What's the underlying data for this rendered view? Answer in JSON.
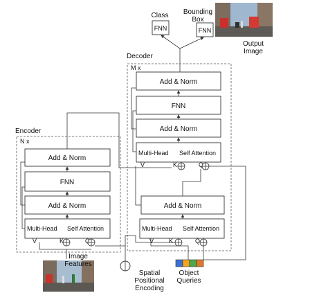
{
  "encoder": {
    "title": "Encoder",
    "repeat": "N x",
    "add_norm_top": "Add & Norm",
    "ffn": "FNN",
    "add_norm_bottom": "Add & Norm",
    "attn_left": "Multi-Head",
    "attn_right": "Self Attention",
    "v": "V",
    "k": "K",
    "q": "Q"
  },
  "decoder": {
    "title": "Decoder",
    "repeat": "M x",
    "add_norm_top": "Add & Norm",
    "ffn": "FNN",
    "add_norm_mid": "Add & Norm",
    "cross_attn_left": "Multi-Head",
    "cross_attn_right": "Self Attention",
    "v1": "V",
    "k1": "K",
    "q1": "Q",
    "add_norm_self": "Add & Norm",
    "self_attn_left": "Multi-Head",
    "self_attn_right": "Self Attention",
    "v2": "V",
    "k2": "K",
    "q2": "Q"
  },
  "outputs": {
    "class_label": "Class",
    "class_ffn": "FNN",
    "bbox_label_1": "Bounding",
    "bbox_label_2": "Box",
    "bbox_ffn": "FNN",
    "output_image_1": "Output",
    "output_image_2": "Image"
  },
  "inputs": {
    "image_features_1": "Image",
    "image_features_2": "Features",
    "spatial_1": "Spatial",
    "spatial_2": "Positional",
    "spatial_3": "Encoding",
    "queries_1": "Object",
    "queries_2": "Queries"
  },
  "colors": {
    "query_1": "#3b6fd1",
    "query_2": "#f2a51f",
    "query_3": "#4fa84a",
    "query_4": "#e0782a"
  }
}
